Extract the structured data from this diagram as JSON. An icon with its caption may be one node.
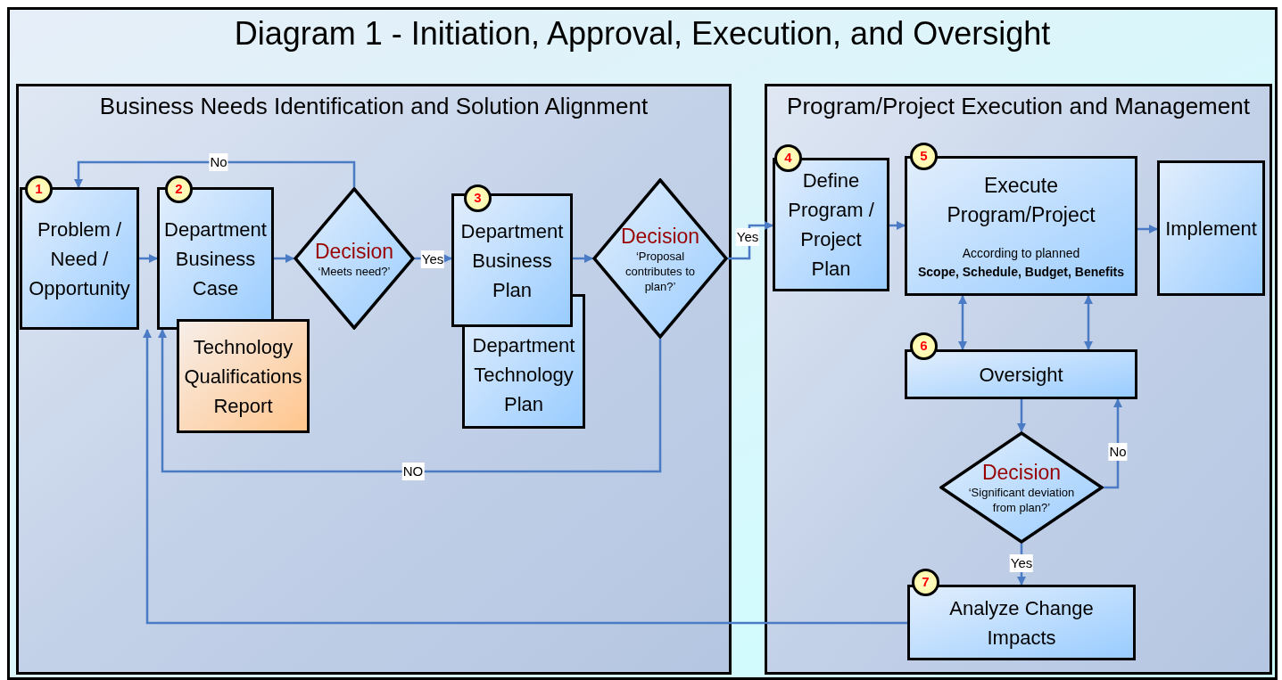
{
  "diagram": {
    "title": "Diagram 1 - Initiation, Approval, Execution, and Oversight",
    "nodes": [
      {
        "text": [
          "Business Needs Identification and Solution Alignment"
        ]
      },
      {
        "text": [
          "1"
        ],
        "in": 0
      },
      {
        "text": [
          "Problem / Need / Opportunity"
        ],
        "in": 0
      },
      {
        "text": [
          "2"
        ],
        "in": 0
      },
      {
        "text": [
          "Department Business Case"
        ],
        "in": 0
      },
      {
        "text": [
          "Technology Qualifications Report"
        ],
        "in": 0
      },
      {
        "text": [
          "Decision",
          "‘Meets need?’"
        ],
        "in": 0
      },
      {
        "text": [
          "3"
        ],
        "in": 0
      },
      {
        "text": [
          "Department Business Plan"
        ],
        "in": 0
      },
      {
        "text": [
          "Department Technology Plan"
        ],
        "in": 0
      },
      {
        "text": [
          "Decision",
          "‘Proposal contributes to plan?’"
        ],
        "in": 0
      },
      {
        "text": [
          "Program/Project Execution and Management"
        ]
      },
      {
        "text": [
          "4"
        ],
        "in": 11
      },
      {
        "text": [
          "Define Program / Project Plan"
        ],
        "in": 11
      },
      {
        "text": [
          "5"
        ],
        "in": 11
      },
      {
        "text": [
          "Execute Program/Project",
          "According to planned",
          "Scope, Schedule, Budget, Benefits"
        ],
        "in": 11
      },
      {
        "text": [
          "Implement"
        ],
        "in": 11
      },
      {
        "text": [
          "6"
        ],
        "in": 11
      },
      {
        "text": [
          "Oversight"
        ],
        "in": 11
      },
      {
        "text": [
          "Decision",
          "‘Significant deviation from plan?’"
        ],
        "in": 11
      },
      {
        "text": [
          "7"
        ],
        "in": 11
      },
      {
        "text": [
          "Analyze Change Impacts"
        ],
        "in": 11
      }
    ],
    "edges": [
      {
        "from": 2,
        "to": 4,
        "arrow": "to"
      },
      {
        "from": 4,
        "to": 6,
        "arrow": "to"
      },
      {
        "from": 6,
        "to": 2,
        "arrow": "to",
        "label": "No"
      },
      {
        "from": 6,
        "to": 8,
        "arrow": "to",
        "label": "Yes"
      },
      {
        "from": 8,
        "to": 10,
        "arrow": "to"
      },
      {
        "from": 10,
        "to": 13,
        "arrow": "to",
        "label": "Yes"
      },
      {
        "from": 10,
        "to": 4,
        "arrow": "to",
        "label": "NO"
      },
      {
        "from": 13,
        "to": 15,
        "arrow": "to"
      },
      {
        "from": 15,
        "to": 16,
        "arrow": "to"
      },
      {
        "from": 15,
        "to": 18,
        "arrow": "both"
      },
      {
        "from": 15,
        "to": 18,
        "arrow": "both"
      },
      {
        "from": 18,
        "to": 19,
        "arrow": "to"
      },
      {
        "from": 19,
        "to": 18,
        "arrow": "to",
        "label": "No"
      },
      {
        "from": 19,
        "to": 21,
        "arrow": "to",
        "label": "Yes"
      },
      {
        "from": 21,
        "to": 2,
        "arrow": "to"
      }
    ]
  }
}
